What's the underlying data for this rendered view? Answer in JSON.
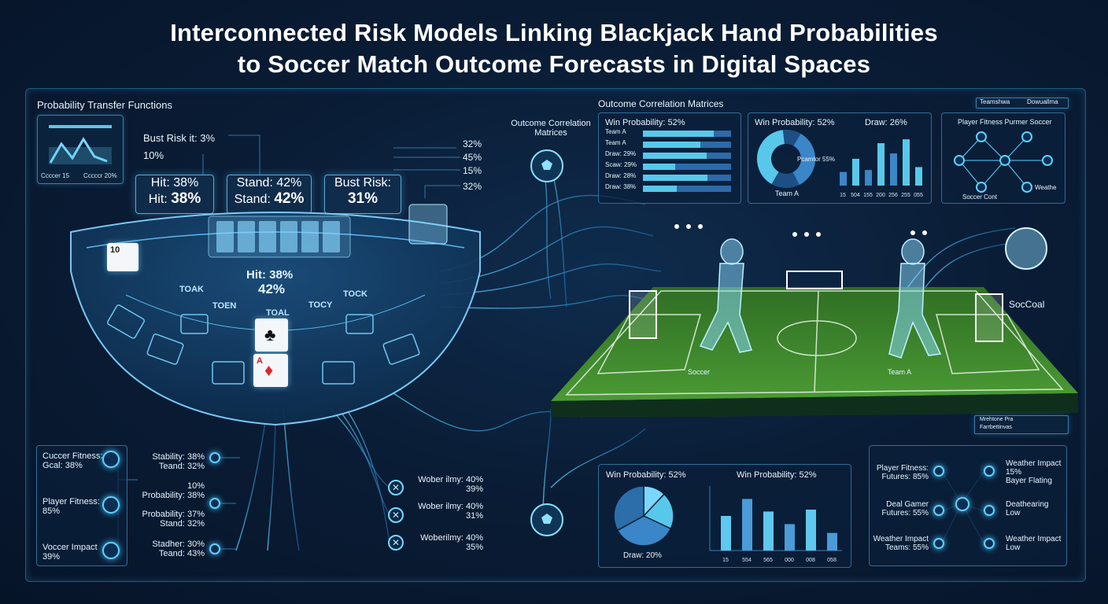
{
  "title": {
    "line1": "Interconnected Risk Models Linking Blackjack Hand Probabilities",
    "line2": "to Soccer Match Outcome Forecasts in Digital Spaces"
  },
  "left_header": "Probability Transfer Functions",
  "mini_chart": {
    "label_a": "Ccccer 15",
    "label_b": "Cccccr 20%"
  },
  "blackjack": {
    "bust_top": "Bust Risk it: 3%",
    "ten": "10%",
    "hit_box": {
      "line1": "Hit: 38%",
      "line2": "Hit:",
      "value": "38%"
    },
    "stand_box": {
      "line1": "Stand: 42%",
      "line2": "Stand:",
      "value": "42%"
    },
    "bust_box": {
      "line1": "Bust Risk:",
      "value": "31%"
    },
    "side_values": [
      "32%",
      "45%",
      "15%",
      "32%"
    ],
    "table_hit": "Hit: 38%",
    "table_42": "42%",
    "table_words": [
      "TOAK",
      "TOEN",
      "TOAL",
      "TOCY",
      "TOCK"
    ],
    "card_ten": "10",
    "card_a": "A"
  },
  "center_label": {
    "line1": "Outcome Correlation",
    "line2": "Matrices"
  },
  "top_right": {
    "header": "Outcome Correlation Matrices",
    "tabs": [
      "Teamshwa",
      "Dowuallma"
    ],
    "bars_panel": {
      "title": "Win Probability: 52%",
      "rows": [
        {
          "label": "Team A",
          "value": 0.8
        },
        {
          "label": "Team A",
          "value": 0.65
        },
        {
          "label": "Draw: 29%",
          "value": 0.72
        },
        {
          "label": "Scaw: 29%",
          "value": 0.37
        },
        {
          "label": "Draw: 28%",
          "value": 0.73
        },
        {
          "label": "Draw: 38%",
          "value": 0.38
        }
      ]
    },
    "donut_panel": {
      "title": "Win Probability: 52%",
      "draw": "Draw: 26%",
      "inner": "Pcamtor 55%",
      "team": "Team A",
      "bars": [
        0.28,
        0.55,
        0.32,
        0.87,
        0.66,
        0.95,
        0.38
      ],
      "ticks": [
        "15",
        "504",
        "155",
        "200",
        "256",
        "255",
        "055"
      ]
    },
    "network_panel": {
      "title": "Player Fitness Purmer Soccer",
      "n1": "Soccer Cont",
      "n2": "Weathe"
    }
  },
  "pitch": {
    "label_left": "Soccer",
    "label_right": "Team A",
    "side_label": "SocCoal"
  },
  "legend_small": [
    "Mrehtone Pra",
    "Farrbettinvas"
  ],
  "bottom_left": {
    "items": [
      {
        "line1": "Cuccer Fitness:",
        "line2": "Gcal: 38%"
      },
      {
        "line1": "Player Fitness:",
        "line2": "85%"
      },
      {
        "line1": "Voccer Impact",
        "line2": "39%"
      }
    ],
    "pairs": [
      {
        "line1": "Stability: 38%",
        "line2": "Teand: 32%"
      },
      {
        "line1": "10%",
        "line2": "Probability: 38%"
      },
      {
        "line1": "Probability: 37%",
        "line2": "Stand: 32%"
      },
      {
        "line1": "Stadher: 30%",
        "line2": "Teand: 43%"
      }
    ],
    "outputs": [
      {
        "line1": "Wober ilmy: 40%",
        "line2": "39%"
      },
      {
        "line1": "Wober ilmy: 40%",
        "line2": "31%"
      },
      {
        "line1": "Woberilmy: 40%",
        "line2": "35%"
      }
    ]
  },
  "bottom_center": {
    "pie_title": "Win Probability: 52%",
    "pie_label": "Draw: 20%",
    "pie_slices": [
      0.12,
      0.2,
      0.35,
      0.33
    ],
    "bar_title": "Win Probability: 52%",
    "bar_values": [
      0.55,
      0.82,
      0.62,
      0.42,
      0.65,
      0.28
    ],
    "yticks": [
      "",
      "",
      "",
      "",
      "",
      ""
    ],
    "xticks": [
      "15",
      "554",
      "565",
      "000",
      "008",
      "058"
    ]
  },
  "bottom_right": {
    "left": [
      {
        "line1": "Player Fitness:",
        "line2": "Futures: 85%"
      },
      {
        "line1": "Deal Gamer",
        "line2": "Futures: 55%"
      },
      {
        "line1": "Weather Impact",
        "line2": "Teams: 55%"
      }
    ],
    "right": [
      {
        "line1": "Weather Impact",
        "line2": "15%",
        "line3": "Bayer Flating"
      },
      {
        "line1": "Deathearing",
        "line2": "Low"
      },
      {
        "line1": "Weather Impact",
        "line2": "Low"
      }
    ]
  },
  "colors": {
    "accent": "#48c6ff",
    "bar": "#3f8fd0",
    "bar_light": "#58c8ea",
    "pitch": "#3f8a2c"
  }
}
